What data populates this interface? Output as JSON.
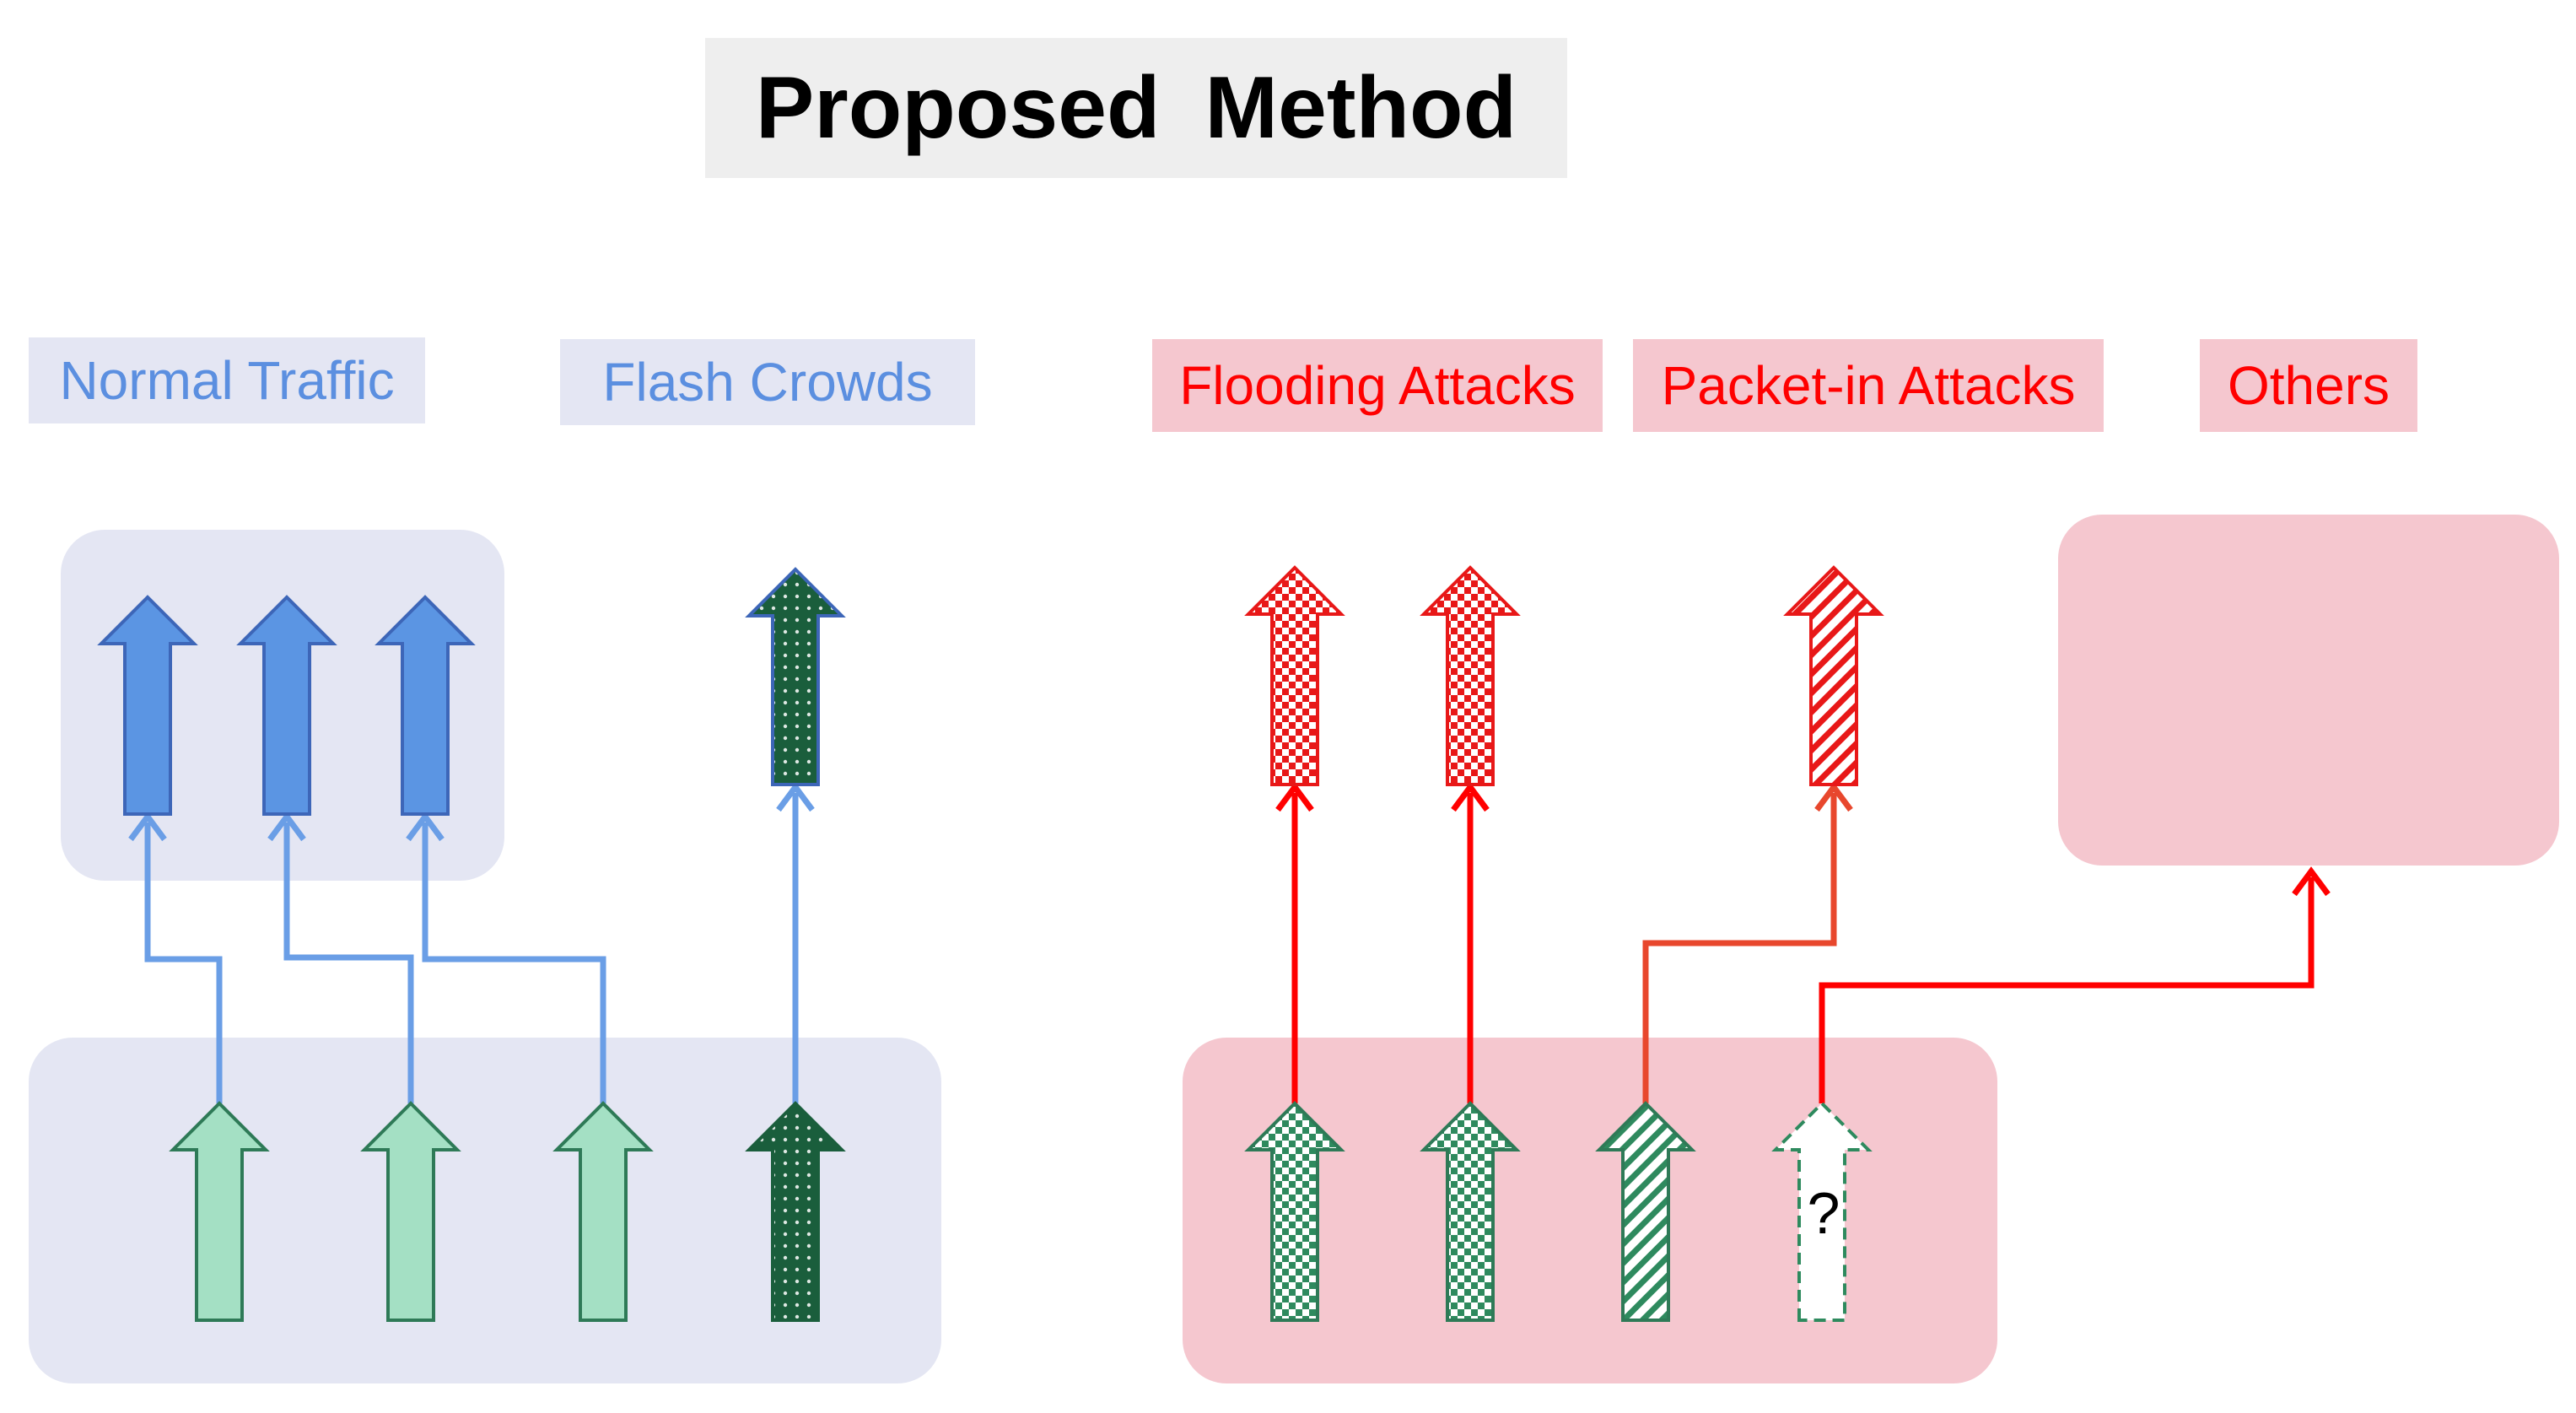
{
  "title": "Proposed  Method",
  "categories": {
    "normal": "Normal Traffic",
    "flash": "Flash Crowds",
    "flooding": "Flooding Attacks",
    "packet_in": "Packet-in Attacks",
    "others": "Others"
  },
  "unknown_mark": "?",
  "colors": {
    "blue": "#5b95e3",
    "blue_line": "#6a9ee6",
    "blue_panel": "#e4e6f3",
    "red": "#ff0000",
    "orange_red": "#e8472d",
    "red_panel": "#f5c7cf",
    "light_green": "#a4e0c4",
    "green_stroke": "#2e7a57",
    "dark_green": "#1a5e3c"
  }
}
